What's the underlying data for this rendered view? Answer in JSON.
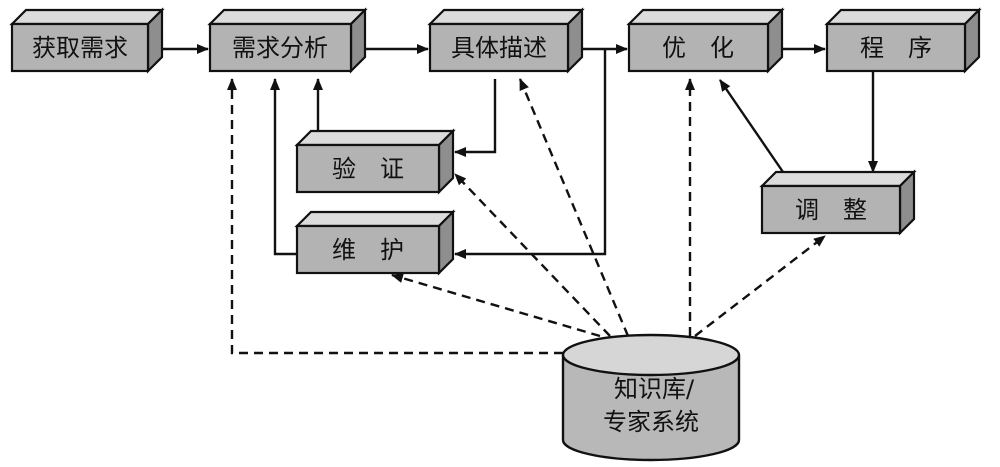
{
  "diagram": {
    "nodes": {
      "acquire": "获取需求",
      "analysis": "需求分析",
      "describe": "具体描述",
      "optimize": "优　化",
      "program": "程　序",
      "verify": "验　证",
      "maintain": "维　护",
      "adjust": "调　整",
      "knowledge_line1": "知识库/",
      "knowledge_line2": "专家系统"
    },
    "colors": {
      "box_front": "#b3b3b3",
      "box_top": "#dcdcdc",
      "box_side": "#8e8e8e",
      "cylinder_body": "#b8b8b8",
      "cylinder_top": "#d6d6d6",
      "line": "#111111"
    }
  }
}
